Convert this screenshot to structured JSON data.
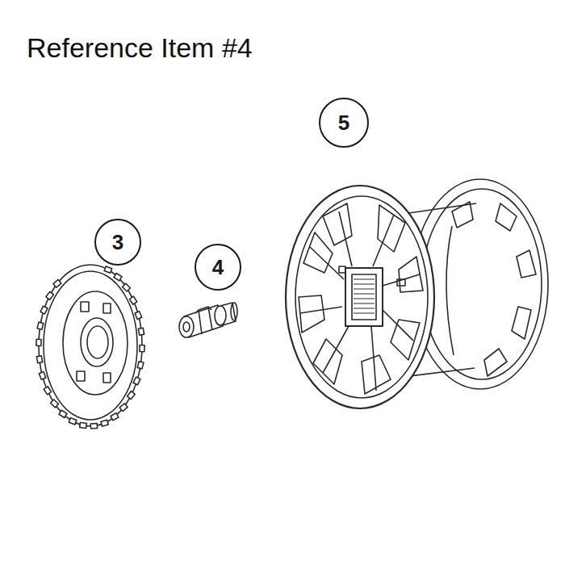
{
  "diagram": {
    "title": "Reference Item #4",
    "nodes": [
      {
        "text": [
          "5"
        ]
      },
      {
        "text": [
          "3"
        ]
      },
      {
        "text": [
          "4"
        ]
      }
    ]
  }
}
